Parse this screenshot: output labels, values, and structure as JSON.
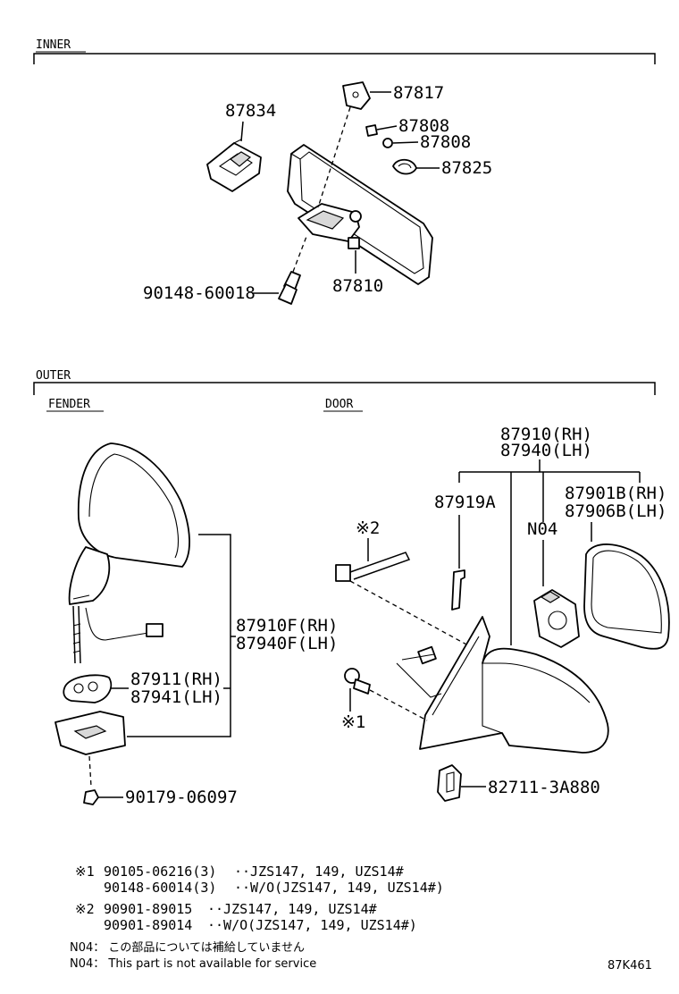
{
  "sections": {
    "inner": "INNER",
    "outer": "OUTER",
    "fender": "FENDER",
    "door": "DOOR"
  },
  "parts": {
    "p87834": "87834",
    "p87817": "87817",
    "p87808a": "87808",
    "p87808b": "87808",
    "p87825": "87825",
    "p90148_60018": "90148-60018",
    "p87810": "87810",
    "p87910rh": "87910(RH)",
    "p87940lh": "87940(LH)",
    "p87919a": "87919A",
    "p87901b": "87901B(RH)",
    "p87906b": "87906B(LH)",
    "n04": "N04",
    "mark2": "※2",
    "mark1": "※1",
    "p87910f": "87910F(RH)",
    "p87940f": "87940F(LH)",
    "p87911": "87911(RH)",
    "p87941": "87941(LH)",
    "p90179": "90179-06097",
    "p82711": "82711-3A880"
  },
  "notes": [
    {
      "mark": "※1",
      "part": "90105-06216(3)",
      "desc": "··JZS147, 149, UZS14#"
    },
    {
      "mark": "",
      "part": "90148-60014(3)",
      "desc": "··W/O(JZS147, 149, UZS14#)"
    },
    {
      "mark": "※2",
      "part": "90901-89015",
      "desc": "··JZS147, 149, UZS14#"
    },
    {
      "mark": "",
      "part": "90901-89014",
      "desc": "··W/O(JZS147, 149, UZS14#)"
    }
  ],
  "footnotes": {
    "jp": "N04： この部品については補給していません",
    "en": "N04： This part is not available for service",
    "code": "87K461"
  }
}
